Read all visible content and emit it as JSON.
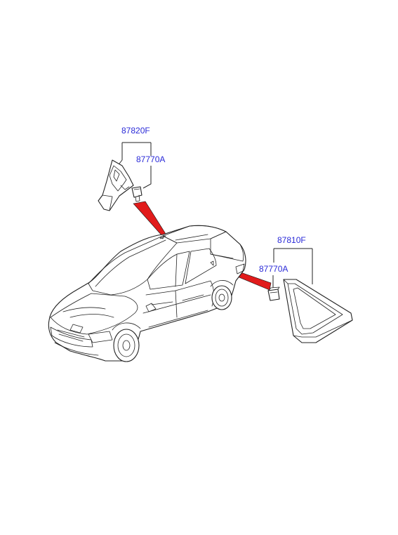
{
  "labels": {
    "upper_garnish": "87820F",
    "upper_clip": "87770A",
    "rear_garnish": "87810F",
    "rear_clip": "87770A"
  },
  "colors": {
    "label": "#2a2ad8",
    "pointer": "#e11b1b",
    "line": "#222222"
  }
}
